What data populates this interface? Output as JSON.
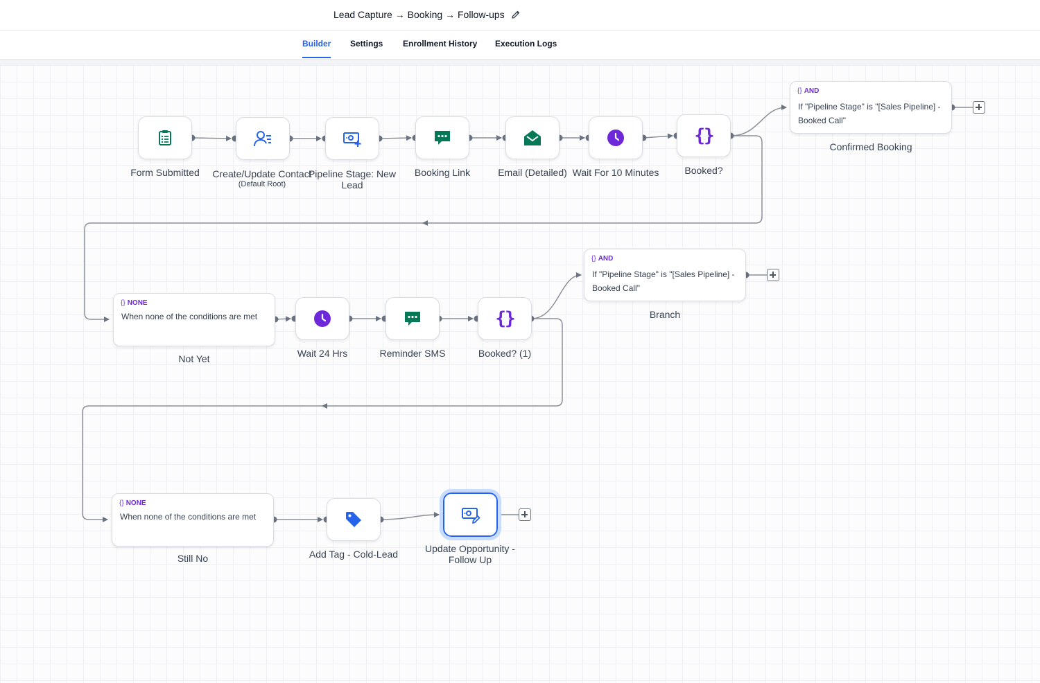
{
  "header": {
    "workflow_title": "Lead Capture → Booking → Follow-ups"
  },
  "tabs": [
    {
      "label": "Builder",
      "active": true
    },
    {
      "label": "Settings",
      "active": false
    },
    {
      "label": "Enrollment History",
      "active": false
    },
    {
      "label": "Execution Logs",
      "active": false
    }
  ],
  "nodes": {
    "form_submitted": {
      "label": "Form Submitted",
      "icon": "clipboard-icon",
      "color": "#047857"
    },
    "create_contact": {
      "label": "Create/Update Contact",
      "sublabel": "(Default Root)",
      "icon": "user-list-icon",
      "color": "#2563eb"
    },
    "pipeline_stage": {
      "label": "Pipeline Stage: New",
      "label2": "Lead",
      "icon": "money-plus-icon",
      "color": "#2563eb"
    },
    "booking_link": {
      "label": "Booking Link",
      "icon": "chat-bubble-icon",
      "color": "#047857"
    },
    "email": {
      "label": "Email (Detailed)",
      "icon": "envelope-open-icon",
      "color": "#047857"
    },
    "wait_10": {
      "label": "Wait For 10 Minutes",
      "icon": "clock-icon",
      "color": "#6d28d9"
    },
    "booked": {
      "label": "Booked?",
      "icon": "braces-icon",
      "color": "#6d28d9"
    },
    "wait_24": {
      "label": "Wait 24 Hrs",
      "icon": "clock-icon",
      "color": "#6d28d9"
    },
    "reminder_sms": {
      "label": "Reminder SMS",
      "icon": "chat-bubble-icon",
      "color": "#047857"
    },
    "booked_1": {
      "label": "Booked? (1)",
      "icon": "braces-icon",
      "color": "#6d28d9"
    },
    "add_tag": {
      "label": "Add Tag - Cold-Lead",
      "icon": "tag-icon",
      "color": "#2563eb"
    },
    "update_opp": {
      "label": "Update Opportunity -",
      "label2": "Follow Up",
      "icon": "money-edit-icon",
      "color": "#2563eb"
    }
  },
  "conditions": {
    "confirmed": {
      "tag": "AND",
      "line1": "If \"Pipeline Stage\" is \"[Sales Pipeline] -",
      "line2": "Booked Call\"",
      "label": "Confirmed Booking"
    },
    "not_yet": {
      "tag": "NONE",
      "line1": "When none of the conditions are met",
      "label": "Not Yet"
    },
    "branch": {
      "tag": "AND",
      "line1": "If \"Pipeline Stage\" is \"[Sales Pipeline] -",
      "line2": "Booked Call\"",
      "label": "Branch"
    },
    "still_no": {
      "tag": "NONE",
      "line1": "When none of the conditions are met",
      "label": "Still No"
    }
  },
  "brace_glyph": "{}"
}
